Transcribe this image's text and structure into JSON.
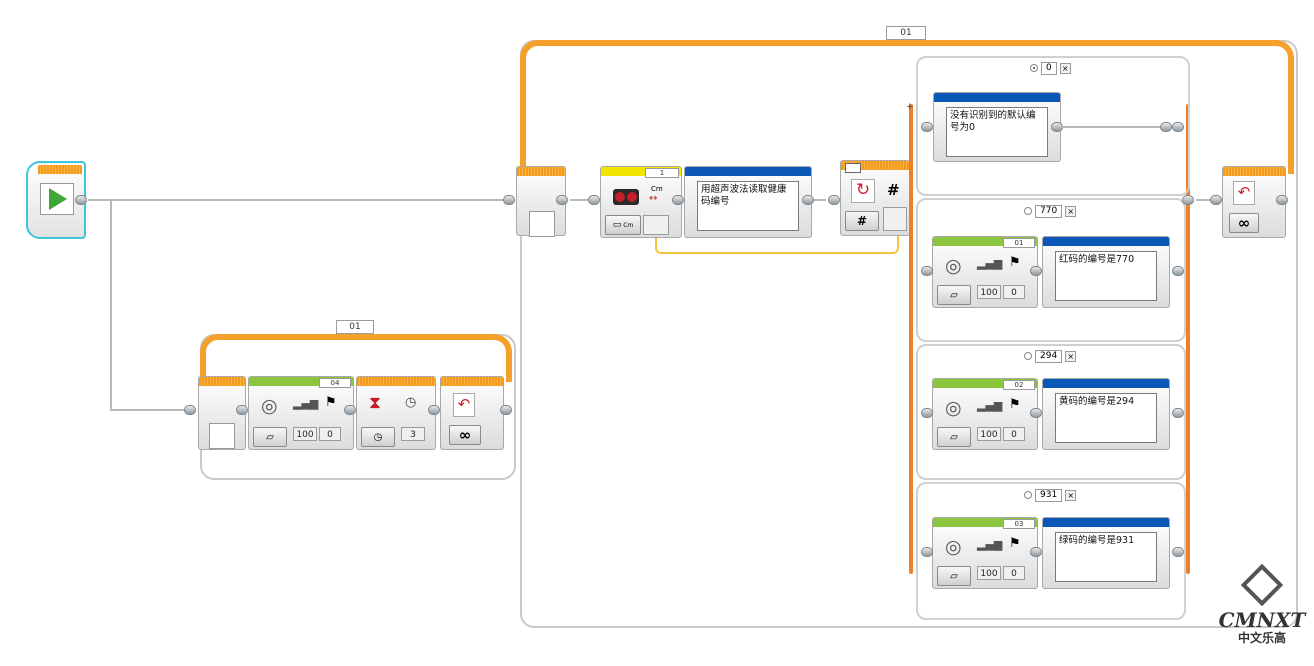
{
  "loops": {
    "main_loop_name": "01",
    "sub_loop_name": "01"
  },
  "sub_program": {
    "sound_block_number": "04",
    "sound_volume": "100",
    "sound_play_type": "0",
    "wait_seconds": "3",
    "loop_end_symbol": "∞"
  },
  "main_program": {
    "ultrasonic_port": "1",
    "ultrasonic_unit": "Cm",
    "ultrasonic_mode_unit": "Cm",
    "comment_read": "用超声波法读取健康码编号",
    "switch_hash": "#",
    "switch_hash_button": "#",
    "loop_end_symbol": "∞"
  },
  "cases": [
    {
      "value": "0",
      "selected": true,
      "comment": "没有识别到的默认编号为0"
    },
    {
      "value": "770",
      "selected": false,
      "block_number": "01",
      "volume": "100",
      "play_type": "0",
      "comment": "红码的编号是770"
    },
    {
      "value": "294",
      "selected": false,
      "block_number": "02",
      "volume": "100",
      "play_type": "0",
      "comment": "黄码的编号是294"
    },
    {
      "value": "931",
      "selected": false,
      "block_number": "03",
      "volume": "100",
      "play_type": "0",
      "comment": "绿码的编号是931"
    }
  ],
  "case_close_label": "×",
  "watermark": {
    "brand": "CMNXT",
    "subtitle": "中文乐高"
  },
  "colors": {
    "flow_orange": "#f5a02a",
    "sound_green": "#8cc63f",
    "sensor_yellow": "#f2e500",
    "comment_blue": "#0b57b8",
    "start_cyan": "#3fc6d8",
    "start_green": "#3fa535"
  }
}
